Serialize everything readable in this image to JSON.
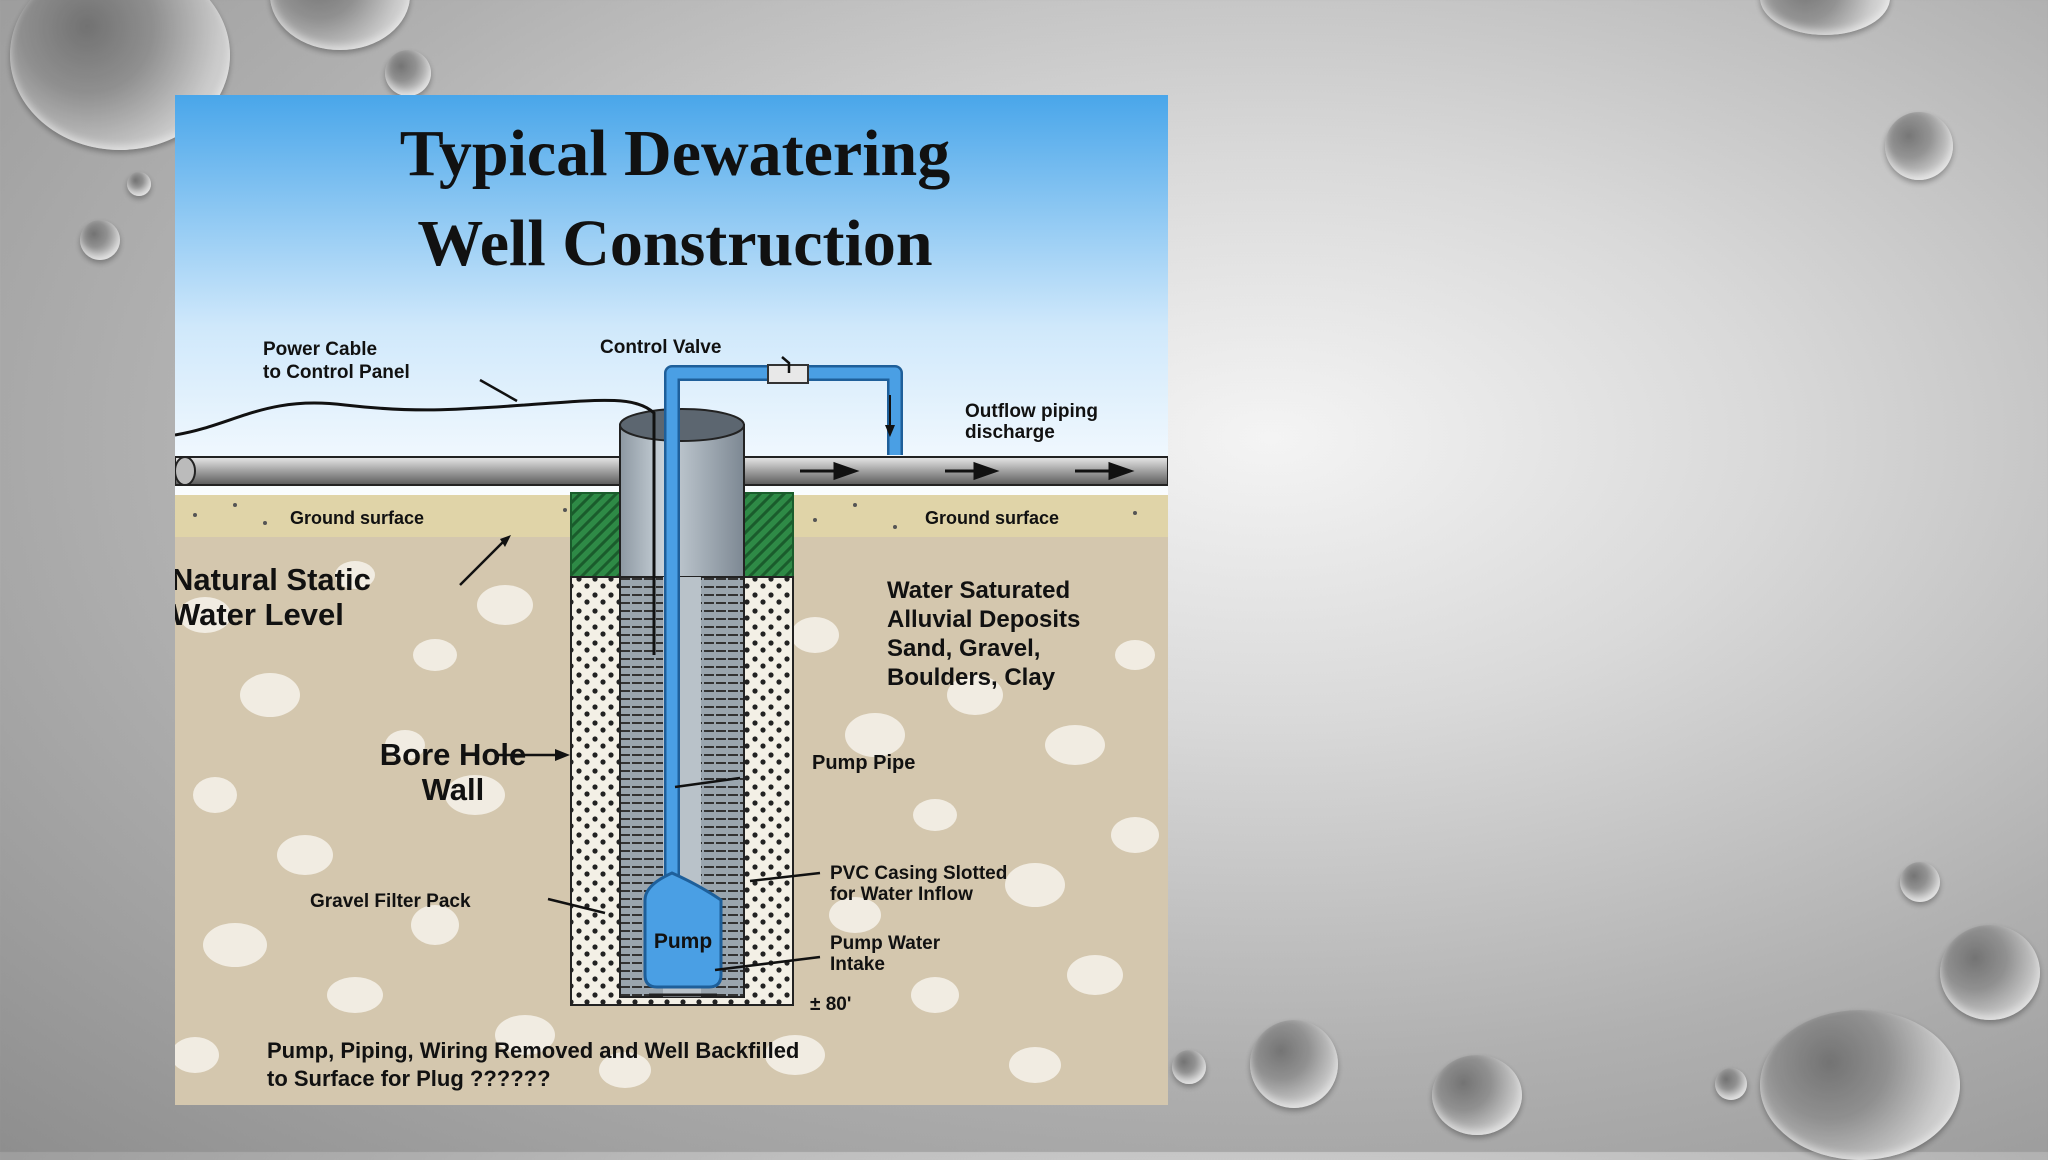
{
  "diagram": {
    "title_line1": "Typical Dewatering",
    "title_line2": "Well Construction",
    "labels": {
      "power_cable_1": "Power Cable",
      "power_cable_2": "to Control Panel",
      "control_valve": "Control Valve",
      "outflow_1": "Outflow piping",
      "outflow_2": "discharge",
      "ground_left": "Ground surface",
      "ground_right": "Ground surface",
      "static_1": "Natural Static",
      "static_2": "Water Level",
      "saturated_1": "Water Saturated",
      "saturated_2": "Alluvial Deposits",
      "saturated_3": "Sand, Gravel,",
      "saturated_4": "Boulders, Clay",
      "bore_1": "Bore Hole",
      "bore_2": "Wall",
      "pump_pipe": "Pump Pipe",
      "casing_1": "PVC Casing Slotted",
      "casing_2": "for Water Inflow",
      "gravel_pack": "Gravel Filter Pack",
      "pump": "Pump",
      "intake_1": "Pump Water",
      "intake_2": "Intake",
      "depth": "± 80'",
      "footer_1": "Pump, Piping, Wiring Removed and Well Backfilled",
      "footer_2": "to Surface for Plug ??????"
    }
  },
  "colors": {
    "sky_top": "#49a6ea",
    "soil": "#d4c7ae",
    "pipe_blue": "#4a9fe4",
    "gravel_green": "#2e8a46"
  }
}
